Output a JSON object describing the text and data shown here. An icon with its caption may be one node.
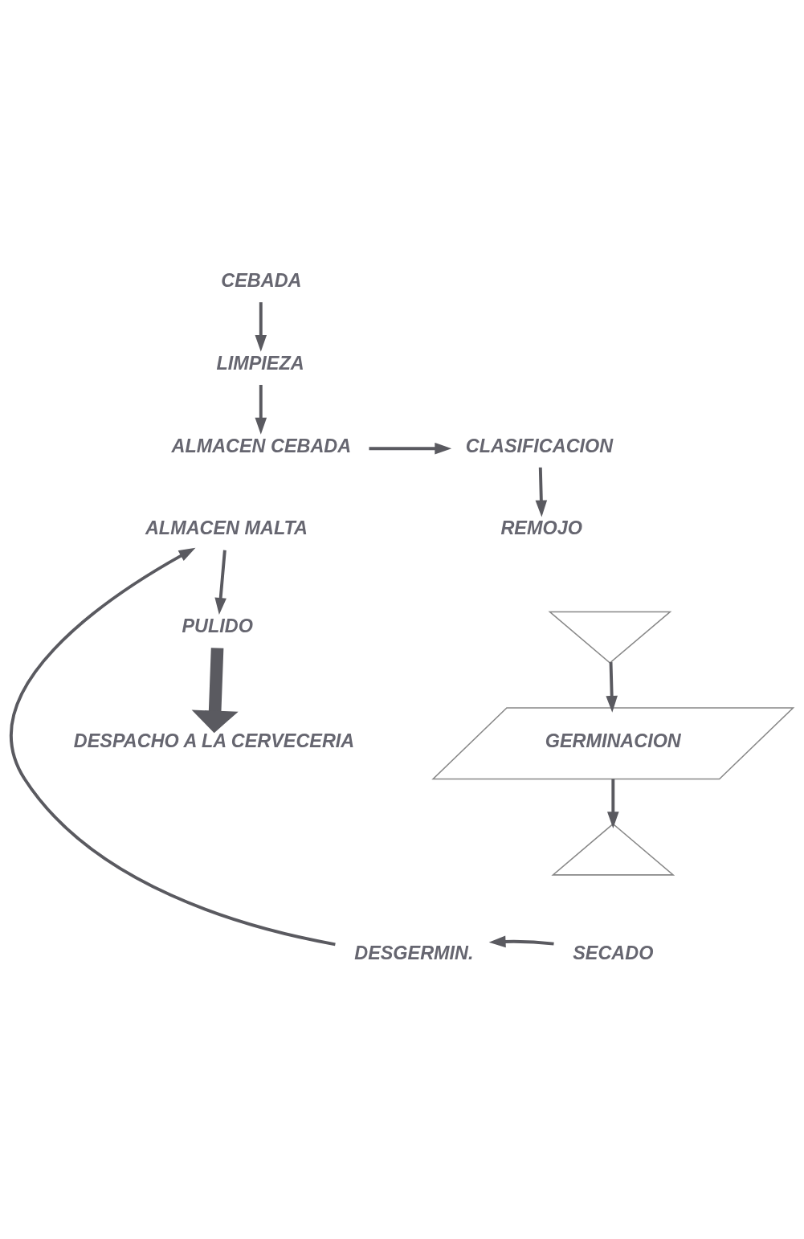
{
  "diagram": {
    "nodes": [
      {
        "text": [
          "CEBADA"
        ]
      },
      {
        "text": [
          "LIMPIEZA"
        ]
      },
      {
        "text": [
          "ALMACEN CEBADA"
        ]
      },
      {
        "text": [
          "CLASIFICACION"
        ]
      },
      {
        "text": [
          "REMOJO"
        ]
      },
      {
        "text": [],
        "shape": "funnel"
      },
      {
        "text": [
          "GERMINACION"
        ]
      },
      {
        "text": [],
        "shape": "triangle"
      },
      {
        "text": [
          "SECADO"
        ]
      },
      {
        "text": [
          "DESGERMIN."
        ]
      },
      {
        "text": [
          "ALMACEN MALTA"
        ]
      },
      {
        "text": [
          "PULIDO"
        ]
      },
      {
        "text": [
          "DESPACHO A LA CERVECERIA"
        ]
      }
    ],
    "edges": [
      {
        "from": 0,
        "to": 1,
        "arrow": "to"
      },
      {
        "from": 1,
        "to": 2,
        "arrow": "to"
      },
      {
        "from": 2,
        "to": 3,
        "arrow": "to"
      },
      {
        "from": 3,
        "to": 4,
        "arrow": "to"
      },
      {
        "from": 5,
        "to": 6,
        "arrow": "to"
      },
      {
        "from": 6,
        "to": 7,
        "arrow": "to"
      },
      {
        "from": 8,
        "to": 9,
        "arrow": "to"
      },
      {
        "from": 9,
        "to": 10,
        "arrow": "to"
      },
      {
        "from": 10,
        "to": 11,
        "arrow": "to"
      },
      {
        "from": 11,
        "to": 12,
        "arrow": "to",
        "style": "thick"
      }
    ]
  }
}
